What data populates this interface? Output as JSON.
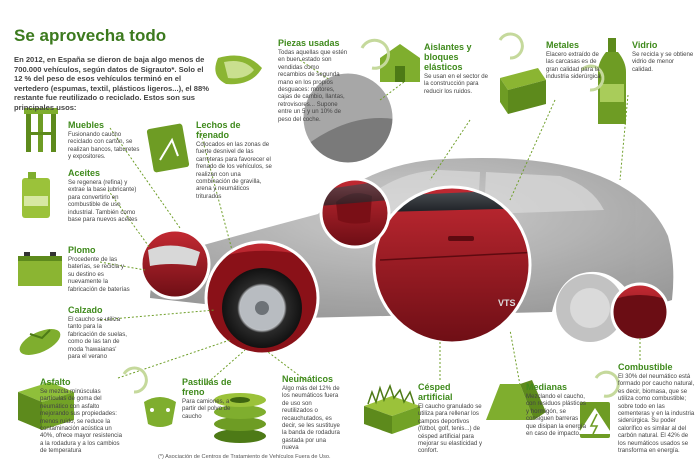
{
  "title": "Se aprovecha todo",
  "intro": "En 2012, en España se dieron de baja algo menos de 700.000 vehículos, según datos de Sigrauto*. Solo el 12 % del peso de esos vehículos terminó en el vertedero (espumas, textil, plásticos ligeros...), el 88% restante fue reutilizado o reciclado. Estos son sus principales usos:",
  "footnote": "(*) Asociación de Centros de Tratamiento de Vehículos Fuera de Uso.",
  "items": [
    {
      "id": "muebles",
      "heading": "Muebles",
      "text": "Fusionando caucho reciclado con cartón, se realizan bancos, taburetes y expositores."
    },
    {
      "id": "aceites",
      "heading": "Aceites",
      "text": "Se regenera (refina) y extrae la base lubricante) para convertirlo en combustible de uso industrial. También como base para nuevos aceites"
    },
    {
      "id": "plomo",
      "heading": "Plomo",
      "text": "Procedente de las baterías, se recicla y su destino es nuevamente la fabricación de baterías"
    },
    {
      "id": "calzado",
      "heading": "Calzado",
      "text": "El caucho se utiliza tanto para la fabricación de suelas, como de las tan de moda 'hawaianas' para el verano"
    },
    {
      "id": "asfalto",
      "heading": "Asfalto",
      "text": "Se mezcla minúsculas partículas de goma del neumático con asfalto mejorando sus propiedades: menos ruido, se reduce la contaminación acústica un 40%, ofrece mayor resistencia a la rodadura y a los cambios de temperatura"
    },
    {
      "id": "pastillas",
      "heading": "Pastillas de freno",
      "text": "Para camiones, a partir del polvo de caucho"
    },
    {
      "id": "neumaticos",
      "heading": "Neumáticos",
      "text": "Algo más del 12% de los neumáticos fuera de uso son reutilizados o recauchutados, es decir, se les sustituye la banda de rodadura gastada por una nueva"
    },
    {
      "id": "lechos",
      "heading": "Lechos de frenado",
      "text": "Colocados en las zonas de fuerte desnivel de las carreteras para favorecer el frenado de los vehículos, se realizan con una combinación de gravilla, arena y neumáticos triturados"
    },
    {
      "id": "piezas",
      "heading": "Piezas usadas",
      "text": "Todas aquellas que estén en buen estado son vendidas como recambios de segunda mano en los propios desguaces: motores, cajas de cambio, llantas, retrovisores... Supone entre un 5 y un 10% de peso del coche."
    },
    {
      "id": "aislantes",
      "heading": "Aislantes y bloques elásticos",
      "text": "Se usan en el sector de la construcción para reducir los ruidos."
    },
    {
      "id": "metales",
      "heading": "Metales",
      "text": "Elacero extraído de las carcasas es de gran calidad para la industria siderúrgica"
    },
    {
      "id": "vidrio",
      "heading": "Vidrio",
      "text": "Se recicla y se obtiene vidrio de menor calidad."
    },
    {
      "id": "cesped",
      "heading": "Césped artificial",
      "text": "El caucho granulado se utiliza para rellenar los campos deportivos (fútbol, golf, tenis...) de césped artificial para mejorar su elasticidad y confort."
    },
    {
      "id": "medianas",
      "heading": "Medianas",
      "text": "Mezclando el caucho, con residuos plásticos y hormigón, se consiguen barreras que disipan la energía en caso de impacto."
    },
    {
      "id": "combustible",
      "heading": "Combustible",
      "text": "El 30% del neumático está formado por caucho natural, es decir, biomasa, que se utiliza como combustible; sobre todo en las cementeras y en la industria siderúrgica. Su poder calorífico es similar al del carbón natural. El 42% de los neumáticos usados se transforma en energía."
    }
  ],
  "icons": [
    "stool-icon",
    "oil-can-icon",
    "battery-icon",
    "flip-flop-icon",
    "asphalt-block-icon",
    "brake-pad-icon",
    "tire-stack-icon",
    "road-sign-icon",
    "side-mirror-icon",
    "house-icon",
    "steel-beam-icon",
    "bottle-icon",
    "grass-block-icon",
    "barrier-icon",
    "high-voltage-icon",
    "recycle-icon",
    "car-illustration"
  ],
  "car_badge": "VTS",
  "colors": {
    "accent": "#3f8a1c",
    "car_red": "#9c1822",
    "panel_green": "#7fae2e"
  }
}
